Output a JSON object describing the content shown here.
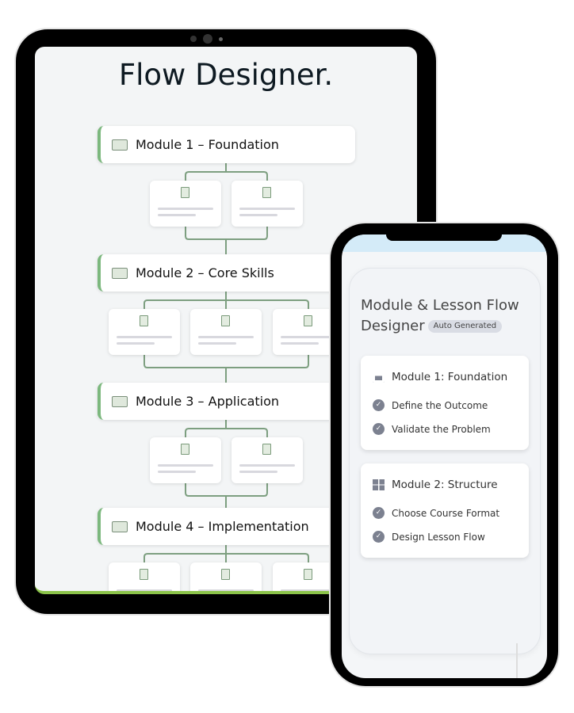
{
  "tablet": {
    "title": "Flow Designer.",
    "modules": [
      {
        "label": "Module 1 – Foundation",
        "lessons": 2
      },
      {
        "label": "Module 2 – Core Skills",
        "lessons": 3
      },
      {
        "label": "Module 3 – Application",
        "lessons": 2
      },
      {
        "label": "Module 4 – Implementation",
        "lessons": 3
      }
    ]
  },
  "phone": {
    "title": "Module & Lesson Flow Designer",
    "badge": "Auto Generated",
    "modules": [
      {
        "title": "Module 1: Foundation",
        "icon": "user-box-icon",
        "items": [
          "Define the Outcome",
          "Validate the Problem"
        ]
      },
      {
        "title": "Module 2: Structure",
        "icon": "grid-icon",
        "items": [
          "Choose Course Format",
          "Design Lesson Flow"
        ]
      }
    ]
  },
  "colors": {
    "accent": "#7cb87e",
    "frame": "#000000"
  }
}
